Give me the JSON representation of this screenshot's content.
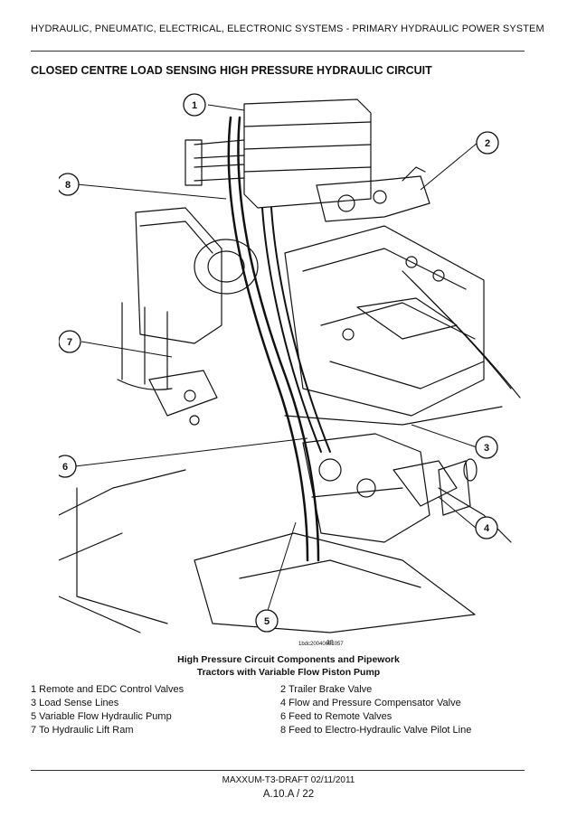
{
  "header": {
    "section": "HYDRAULIC, PNEUMATIC, ELECTRICAL, ELECTRONIC SYSTEMS - PRIMARY HYDRAULIC POWER SYSTEM",
    "title": "CLOSED CENTRE LOAD SENSING HIGH PRESSURE HYDRAULIC CIRCUIT"
  },
  "figure": {
    "image_id": "1bdc20040651057",
    "number": "18",
    "callouts": [
      "1",
      "2",
      "3",
      "4",
      "5",
      "6",
      "7",
      "8"
    ],
    "caption_line1": "High Pressure Circuit Components and Pipework",
    "caption_line2": "Tractors with Variable Flow Piston Pump"
  },
  "legend": [
    "1 Remote and EDC Control Valves",
    "2 Trailer Brake Valve",
    "3 Load Sense Lines",
    "4 Flow and Pressure Compensator Valve",
    "5 Variable Flow Hydraulic Pump",
    "6 Feed to Remote Valves",
    "7 To Hydraulic Lift Ram",
    "8 Feed to Electro-Hydraulic Valve Pilot Line"
  ],
  "footer": {
    "doc": "MAXXUM-T3-DRAFT 02/11/2011",
    "page": "A.10.A / 22"
  }
}
